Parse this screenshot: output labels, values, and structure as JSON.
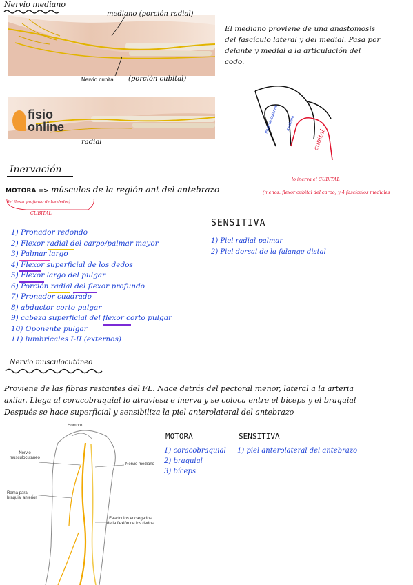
{
  "top": {
    "title": "Nervio mediano",
    "label_mediano": "mediano (porción radial)",
    "label_cubital_prefix": "Nervio cubital",
    "label_cubital_suffix": "(porción cubital)",
    "label_radial": "radial",
    "logo_line1": "fisio",
    "logo_line2": "online",
    "description": [
      "El mediano proviene de una anastomosis",
      "del fascículo lateral y del medial. Pasa por",
      "delante y medial a la articulación del",
      "codo."
    ],
    "diagram_labels": {
      "left": "musculocutáneo",
      "center": "mediano",
      "right": "cubital"
    }
  },
  "inervacion": {
    "heading": "Inervación",
    "motora_prefix": "MOTORA =>",
    "motora_text": "músculos de la región ant del antebrazo",
    "red_note_top": "lo inerva el CUBITAL",
    "red_note_menos": "(menos: flexor cubital del carpo; y 4 fascículos mediales",
    "red_note_line2": "del flexor profundo de los dedos)",
    "red_note_cubital": "CUBITAL",
    "motora_list": [
      "1) Pronador redondo",
      "2) Flexor radial del carpo/palmar mayor",
      "3) Palmar largo",
      "4) Flexor superficial de los dedos",
      "5) Flexor largo del pulgar",
      "6) Porción radial del flexor profundo",
      "7) Pronador cuadrado",
      "8) abductor corto pulgar",
      "9) cabeza superficial del flexor corto pulgar",
      "10) Oponente pulgar",
      "11) lumbricales I-II (externos)"
    ],
    "sensitiva_heading": "SENSITIVA",
    "sensitiva_list": [
      "1) Piel radial palmar",
      "2) Piel dorsal de la falange distal"
    ]
  },
  "musculocutaneo": {
    "heading": "Nervio musculocutáneo",
    "paragraph": [
      "Proviene de las fibras restantes del FL. Nace detrás del pectoral menor, lateral a la arteria",
      "axilar. Llega al coracobraquial lo atraviesa e inerva y se coloca entre el bíceps y el braquial",
      "Después se hace superficial y sensibiliza la piel anterolateral del antebrazo"
    ],
    "motora_heading": "MOTORA",
    "motora_list": [
      "1) coracobraquial",
      "2) braquial",
      "3) bíceps"
    ],
    "sensitiva_heading": "SENSITIVA",
    "sensitiva_list": [
      "1) piel anterolateral del antebrazo"
    ],
    "figure_labels": {
      "top": "Hombro",
      "musculo": "Nervio musculocutáneo",
      "mediano": "Nervio mediano",
      "rama": "Rama para braquial anterior",
      "fasciculos": "Fascículos encargados de la flexión de los dedos"
    }
  }
}
